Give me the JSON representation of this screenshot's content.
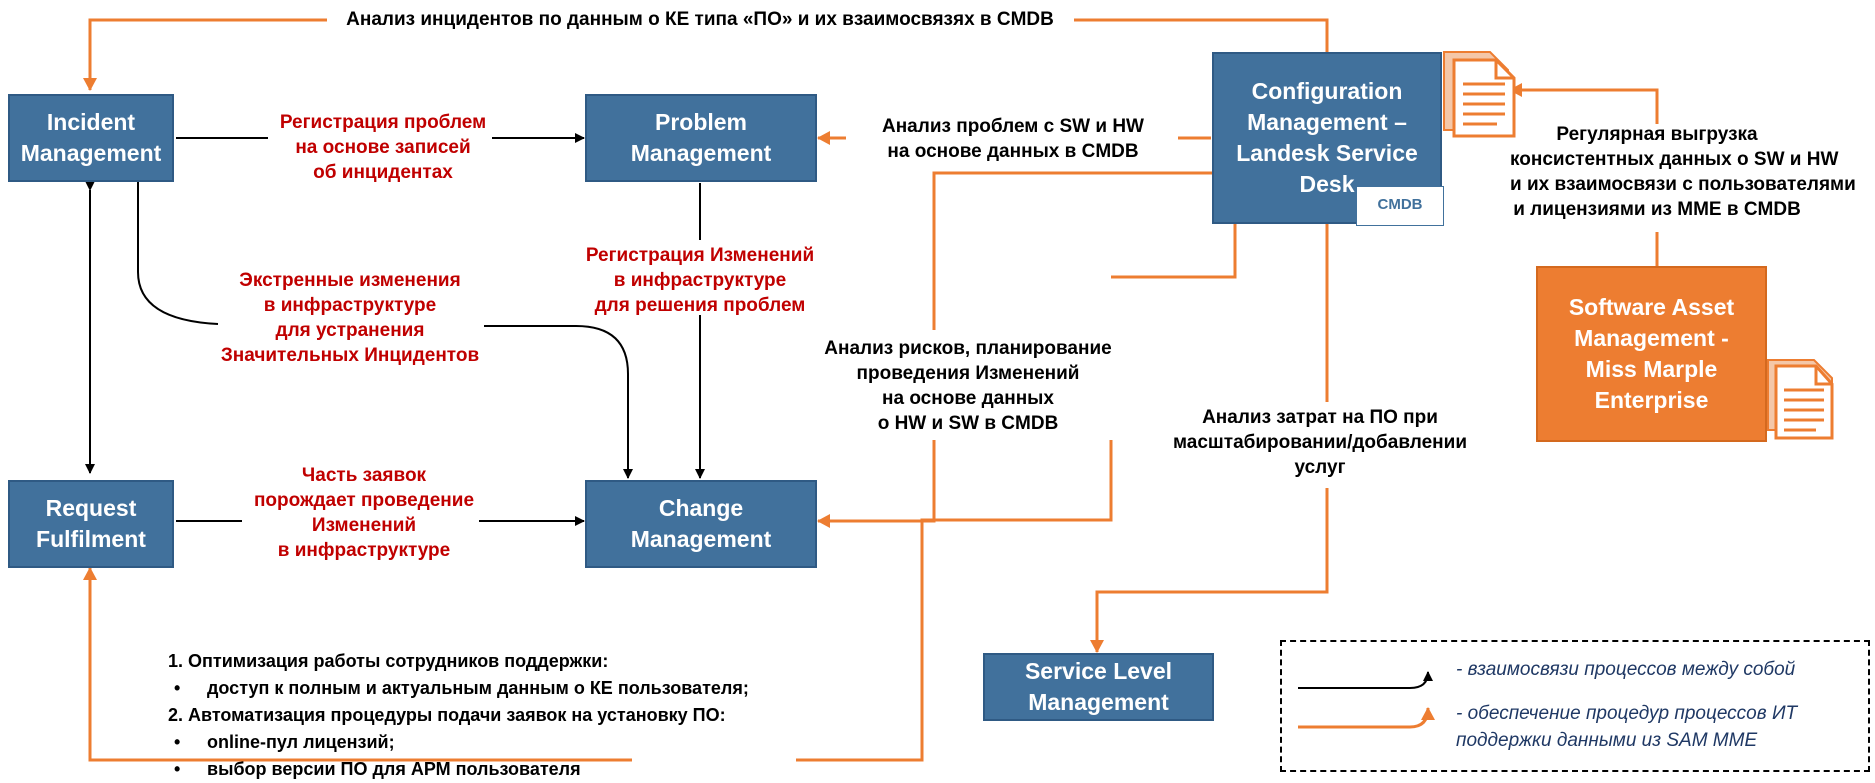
{
  "diagram": {
    "top_label": "Анализ инцидентов по данным о КЕ типа «ПО» и их взаимосвязях в CMDB",
    "boxes": {
      "incident": [
        "Incident",
        "Management"
      ],
      "problem": [
        "Problem",
        "Management"
      ],
      "config": [
        "Configuration",
        "Management –",
        "Landesk Service",
        "Desk"
      ],
      "cmdb_tag": "CMDB",
      "request": [
        "Request",
        "Fulfilment"
      ],
      "change": [
        "Change",
        "Management"
      ],
      "sam": [
        "Software Asset",
        "Management -",
        "Miss Marple",
        "Enterprise"
      ],
      "slm": [
        "Service Level",
        "Management"
      ]
    },
    "labels": {
      "reg_problems": [
        "Регистрация проблем",
        "на основе записей",
        "об инцидентах"
      ],
      "analysis_sw_hw": [
        "Анализ проблем с SW и HW",
        "на основе данных в CMDB"
      ],
      "regular_export": [
        "Регулярная выгрузка",
        "консистентных данных о SW и HW",
        "и их взаимосвязи с пользователями",
        "и лицензиями из MME в CMDB"
      ],
      "emergency": [
        "Экстренные изменения",
        "в инфраструктуре",
        "для устранения",
        "Значительных Инцидентов"
      ],
      "reg_changes": [
        "Регистрация Изменений",
        "в инфраструктуре",
        "для решения проблем"
      ],
      "risk_analysis": [
        "Анализ рисков, планирование",
        "проведения Изменений",
        "на основе данных",
        "о HW и SW  в CMDB"
      ],
      "cost_analysis": [
        "Анализ затрат на ПО при",
        "масштабировании/добавлении",
        "услуг"
      ],
      "part_requests": [
        "Часть заявок",
        "порождает проведение",
        "Изменений",
        "в инфраструктуре"
      ]
    },
    "notes": [
      "1. Оптимизация работы сотрудников поддержки:",
      "доступ к полным и актуальным данным о КЕ пользователя;",
      "2. Автоматизация процедуры подачи заявок на установку ПО:",
      "online-пул лицензий;",
      "выбор версии ПО для АРМ пользователя"
    ],
    "bullet_symbol": "•",
    "legend": {
      "black": "- взаимосвязи процессов между собой",
      "orange": [
        "- обеспечение процедур процессов ИТ",
        "поддержки данными из SAM MME"
      ]
    },
    "colors": {
      "box_blue": "#41719c",
      "box_orange": "#ed7d31",
      "flow_orange": "#ed7d31",
      "label_red": "#c00000",
      "legend_text": "#1f3864"
    }
  }
}
